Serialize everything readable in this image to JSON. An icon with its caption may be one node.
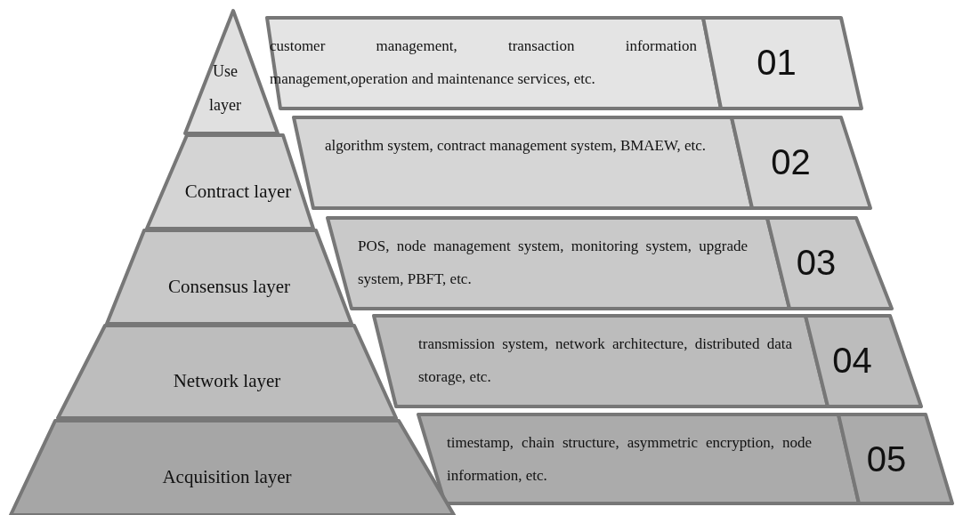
{
  "diagram": {
    "nodes": [
      {
        "text": [
          "Use layer"
        ]
      },
      {
        "text": [
          "customer management, transaction information management,operation and maintenance services, etc.",
          "01"
        ]
      },
      {
        "text": [
          "Contract layer"
        ]
      },
      {
        "text": [
          "algorithm system, contract management system, BMAEW, etc.",
          "02"
        ]
      },
      {
        "text": [
          "Consensus layer"
        ]
      },
      {
        "text": [
          "POS, node management system, monitoring system, upgrade system, PBFT, etc.",
          "03"
        ]
      },
      {
        "text": [
          "Network layer"
        ]
      },
      {
        "text": [
          "transmission system, network architecture, distributed data storage, etc.",
          "04"
        ]
      },
      {
        "text": [
          "Acquisition layer"
        ]
      },
      {
        "text": [
          "timestamp, chain structure, asymmetric encryption, node information, etc.",
          "05"
        ]
      }
    ]
  }
}
